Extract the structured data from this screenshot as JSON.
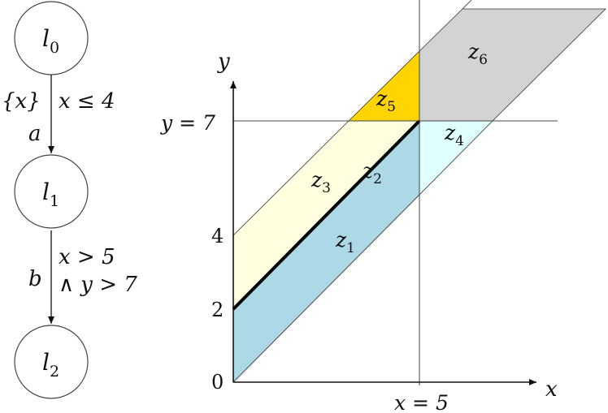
{
  "automaton": {
    "locations": [
      {
        "id": "l0",
        "base": "l",
        "sub": "0"
      },
      {
        "id": "l1",
        "base": "l",
        "sub": "1"
      },
      {
        "id": "l2",
        "base": "l",
        "sub": "2"
      }
    ],
    "edges": [
      {
        "from": "l0",
        "to": "l1",
        "action": "a",
        "reset": "{x}",
        "guard": [
          "x ≤ 4"
        ]
      },
      {
        "from": "l1",
        "to": "l2",
        "action": "b",
        "reset": "",
        "guard": [
          "x > 5",
          "∧ y > 7"
        ]
      }
    ]
  },
  "zone_graph": {
    "axes": {
      "x_label": "x",
      "y_label": "y"
    },
    "y_ticks": [
      "0",
      "2",
      "4"
    ],
    "reference_lines": {
      "vertical": "x = 5",
      "horizontal": "y = 7"
    },
    "zones": [
      {
        "id": "z1",
        "base": "z",
        "sub": "1",
        "color": "#add8e6"
      },
      {
        "id": "z2",
        "base": "z",
        "sub": "2",
        "color": "#000000"
      },
      {
        "id": "z3",
        "base": "z",
        "sub": "3",
        "color": "#ffffe0"
      },
      {
        "id": "z4",
        "base": "z",
        "sub": "4",
        "color": "#e0ffff"
      },
      {
        "id": "z5",
        "base": "z",
        "sub": "5",
        "color": "#ffd400"
      },
      {
        "id": "z6",
        "base": "z",
        "sub": "6",
        "color": "#d3d3d3"
      }
    ]
  }
}
